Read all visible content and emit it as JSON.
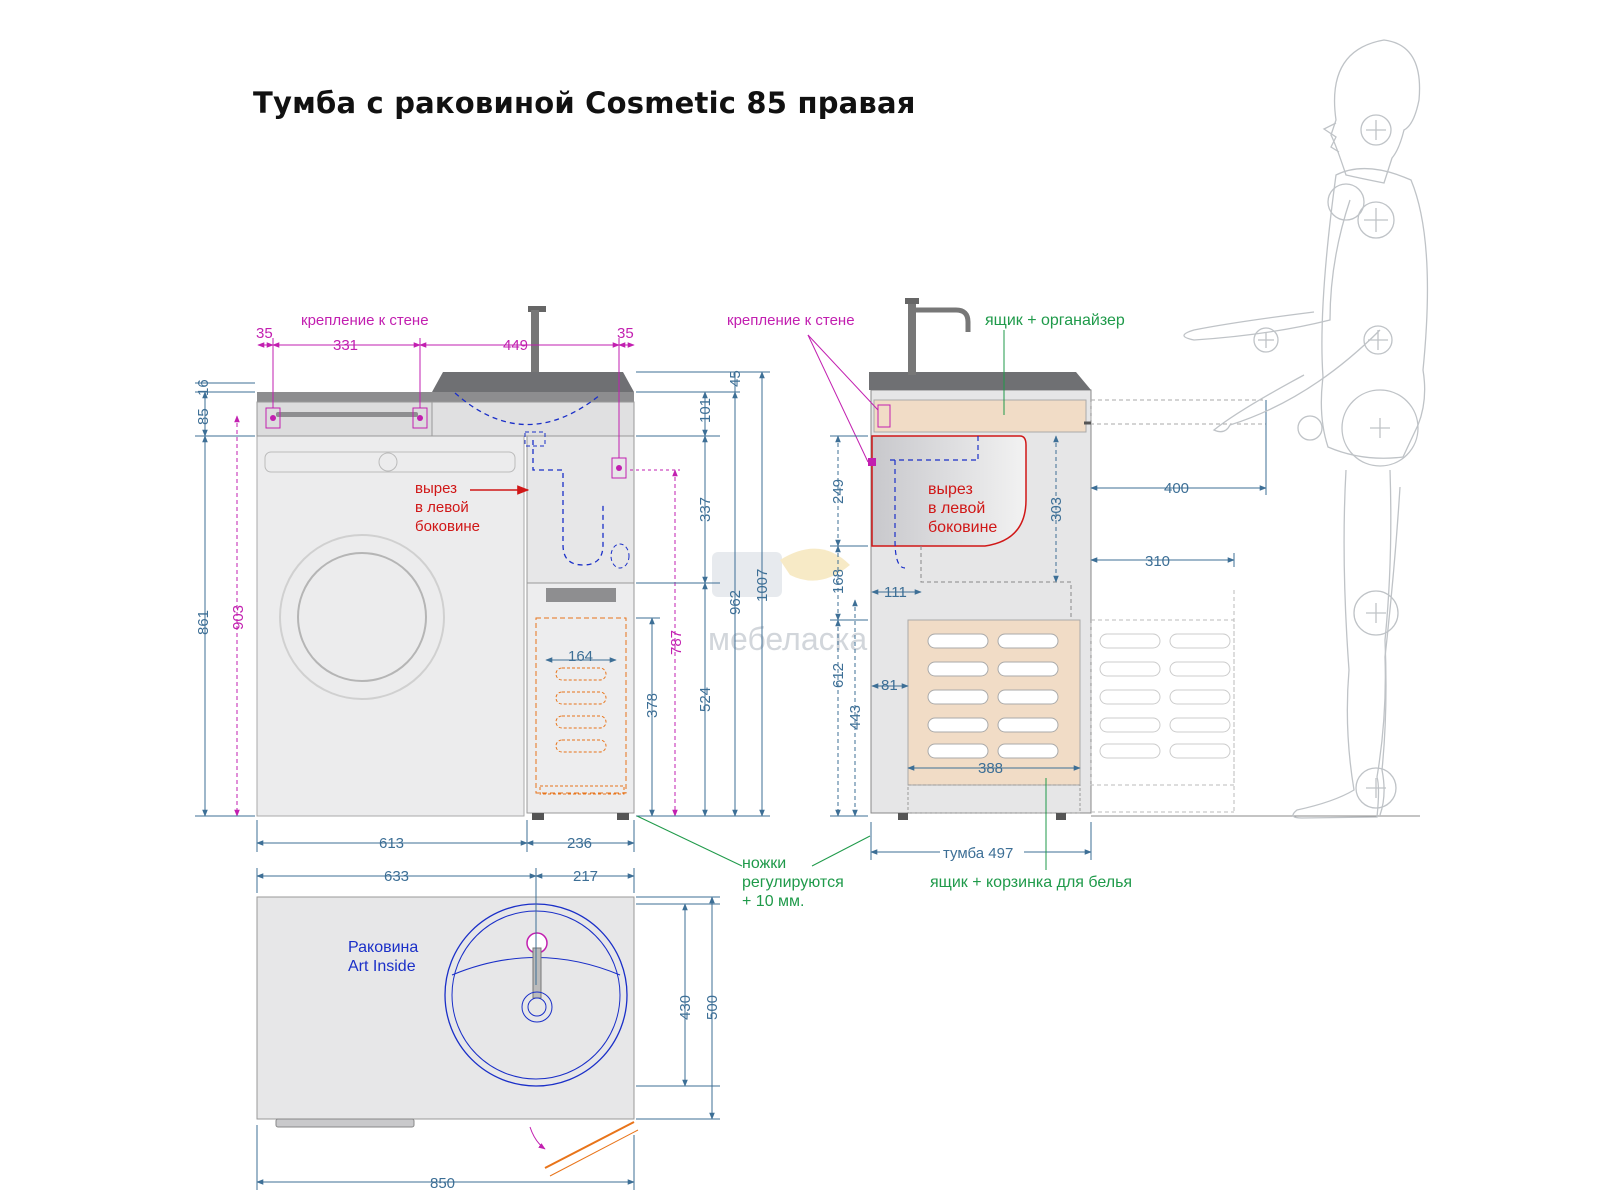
{
  "title": "Тумба с раковиной Cosmetic 85 правая",
  "labels": {
    "wall_mount_front": "крепление к стене",
    "wall_mount_side": "крепление к стене",
    "drawer_organizer": "ящик + органайзер",
    "cutout_front": [
      "вырез",
      "в левой",
      "боковине"
    ],
    "cutout_side": [
      "вырез",
      "в левой",
      "боковине"
    ],
    "legs": [
      "ножки",
      "регулируются",
      "+ 10 мм."
    ],
    "laundry_drawer": "ящик + корзинка для белья",
    "sink": [
      "Раковина",
      "Art Inside"
    ],
    "cabinet_depth": "тумба 497",
    "watermark": "мебеласка"
  },
  "front_dims": {
    "d35_left": "35",
    "d331": "331",
    "d449": "449",
    "d35_right": "35",
    "d16": "16",
    "d85": "85",
    "d861": "861",
    "d903": "903",
    "d101": "101",
    "d45": "45",
    "d337": "337",
    "d787": "787",
    "d524": "524",
    "d962": "962",
    "d1007": "1007",
    "d378": "378",
    "d164": "164",
    "d613": "613",
    "d236": "236"
  },
  "top_dims": {
    "d633": "633",
    "d217": "217",
    "d430": "430",
    "d500": "500",
    "d850": "850"
  },
  "side_dims": {
    "d249": "249",
    "d168": "168",
    "d111": "111",
    "d612": "612",
    "d443": "443",
    "d81": "81",
    "d303": "303",
    "d388": "388",
    "d400": "400",
    "d310": "310"
  },
  "colors": {
    "dimension": "#3d6f96",
    "wall_mount": "#c21fb0",
    "drawer_note": "#1f9a4a",
    "cutout": "#d01717",
    "sink_label": "#1a2fc8",
    "cabinet": "#e9e9ea",
    "drawer_fill": "#f1dcc6"
  }
}
